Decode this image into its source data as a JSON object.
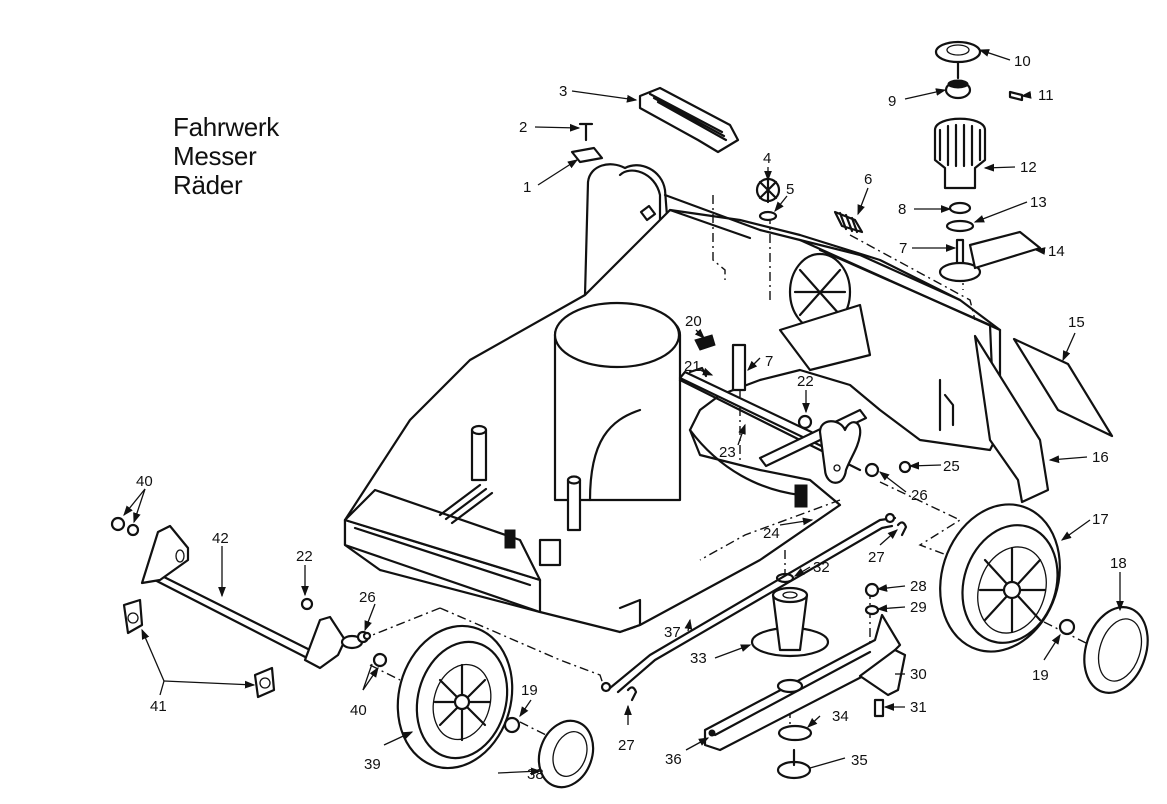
{
  "title_block": {
    "lines": [
      "Fahrwerk",
      "Messer",
      "Räder"
    ]
  },
  "diagram": {
    "type": "exploded-parts-view",
    "subject": "lawn mower chassis, blade and wheels",
    "line_color": "#111111",
    "background": "#ffffff",
    "callouts": [
      {
        "id": "c1",
        "label": "1",
        "part": "clip"
      },
      {
        "id": "c2",
        "label": "2",
        "part": "screw"
      },
      {
        "id": "c3",
        "label": "3",
        "part": "handle-grip"
      },
      {
        "id": "c4",
        "label": "4",
        "part": "star-knob"
      },
      {
        "id": "c5",
        "label": "5",
        "part": "washer"
      },
      {
        "id": "c6",
        "label": "6",
        "part": "spring"
      },
      {
        "id": "c7a",
        "label": "7",
        "part": "pin"
      },
      {
        "id": "c7b",
        "label": "7",
        "part": "pin"
      },
      {
        "id": "c8",
        "label": "8",
        "part": "washer"
      },
      {
        "id": "c9",
        "label": "9",
        "part": "bushing"
      },
      {
        "id": "c10",
        "label": "10",
        "part": "cap"
      },
      {
        "id": "c11",
        "label": "11",
        "part": "pin"
      },
      {
        "id": "c12",
        "label": "12",
        "part": "gear-wheel"
      },
      {
        "id": "c13",
        "label": "13",
        "part": "o-ring"
      },
      {
        "id": "c14",
        "label": "14",
        "part": "plate"
      },
      {
        "id": "c15",
        "label": "15",
        "part": "flap"
      },
      {
        "id": "c16",
        "label": "16",
        "part": "rear-guard"
      },
      {
        "id": "c17",
        "label": "17",
        "part": "rear-wheel"
      },
      {
        "id": "c18",
        "label": "18",
        "part": "hub-cap"
      },
      {
        "id": "c19a",
        "label": "19",
        "part": "wheel-nut"
      },
      {
        "id": "c19b",
        "label": "19",
        "part": "wheel-nut"
      },
      {
        "id": "c20",
        "label": "20",
        "part": "clamp"
      },
      {
        "id": "c21",
        "label": "21",
        "part": "clip"
      },
      {
        "id": "c22a",
        "label": "22",
        "part": "nut"
      },
      {
        "id": "c22b",
        "label": "22",
        "part": "nut"
      },
      {
        "id": "c23",
        "label": "23",
        "part": "rear-axle"
      },
      {
        "id": "c24",
        "label": "24",
        "part": "latch"
      },
      {
        "id": "c25",
        "label": "25",
        "part": "washer"
      },
      {
        "id": "c26a",
        "label": "26",
        "part": "washer"
      },
      {
        "id": "c26b",
        "label": "26",
        "part": "washer"
      },
      {
        "id": "c27a",
        "label": "27",
        "part": "spring-clip"
      },
      {
        "id": "c27b",
        "label": "27",
        "part": "spring-clip"
      },
      {
        "id": "c28",
        "label": "28",
        "part": "nut"
      },
      {
        "id": "c29",
        "label": "29",
        "part": "washer"
      },
      {
        "id": "c30",
        "label": "30",
        "part": "bracket"
      },
      {
        "id": "c31",
        "label": "31",
        "part": "screw"
      },
      {
        "id": "c32",
        "label": "32",
        "part": "washer"
      },
      {
        "id": "c33",
        "label": "33",
        "part": "blade-hub"
      },
      {
        "id": "c34",
        "label": "34",
        "part": "washer"
      },
      {
        "id": "c35",
        "label": "35",
        "part": "blade-bolt"
      },
      {
        "id": "c36",
        "label": "36",
        "part": "blade"
      },
      {
        "id": "c37",
        "label": "37",
        "part": "connecting-rod"
      },
      {
        "id": "c38",
        "label": "38",
        "part": "hub-cap"
      },
      {
        "id": "c39",
        "label": "39",
        "part": "front-wheel"
      },
      {
        "id": "c40a",
        "label": "40",
        "part": "nut-and-washer"
      },
      {
        "id": "c40b",
        "label": "40",
        "part": "nut-and-washer"
      },
      {
        "id": "c41",
        "label": "41",
        "part": "bearing-bracket"
      },
      {
        "id": "c42",
        "label": "42",
        "part": "front-axle"
      }
    ]
  }
}
